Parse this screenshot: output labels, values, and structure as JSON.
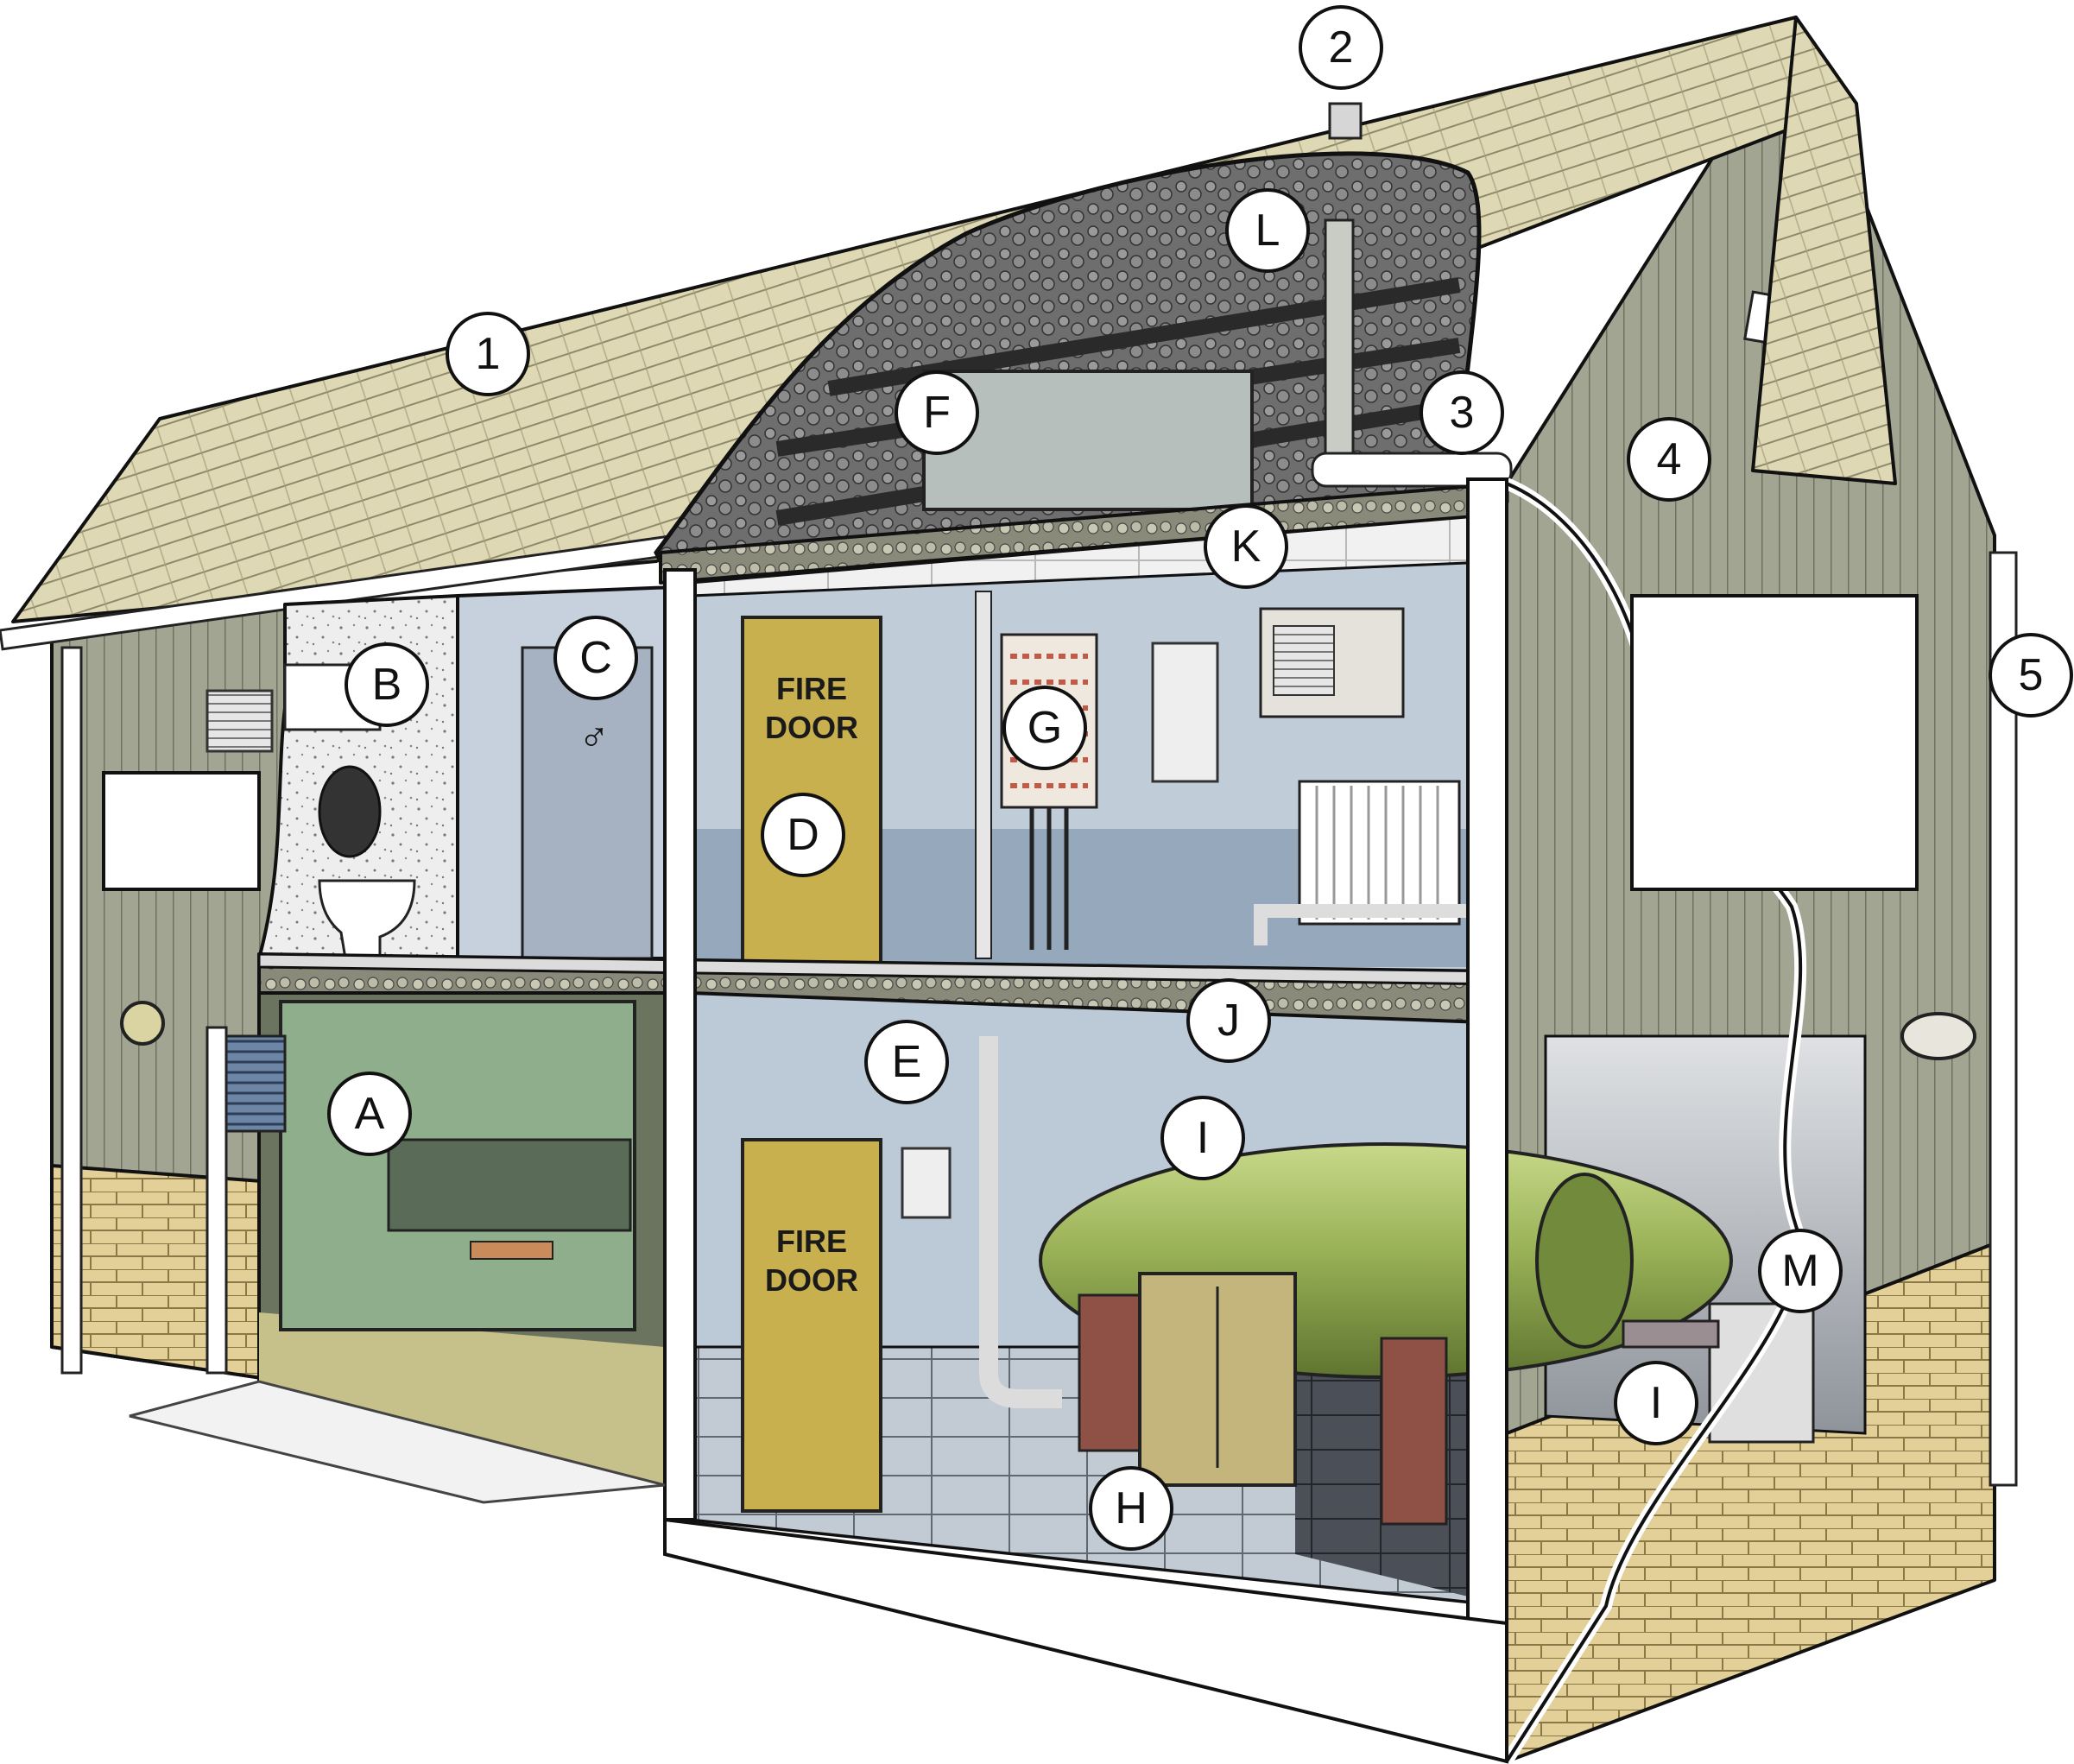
{
  "callouts": {
    "n1": "1",
    "n2": "2",
    "n3": "3",
    "n4": "4",
    "n5": "5",
    "A": "A",
    "B": "B",
    "C": "C",
    "D": "D",
    "E": "E",
    "F": "F",
    "G": "G",
    "H": "H",
    "I_tank": "I",
    "I_pipe": "I",
    "J": "J",
    "K": "K",
    "L": "L",
    "M": "M"
  },
  "signs": {
    "fire_door_upper": {
      "line1": "FIRE",
      "line2": "DOOR"
    },
    "fire_door_lower": {
      "line1": "FIRE",
      "line2": "DOOR"
    }
  },
  "colors": {
    "roof": "#ded8b4",
    "cladding": "#a3a593",
    "brick": "#e3cf98",
    "fire_door": "#c9b04f",
    "wall_blue": "#a9b8c8",
    "machine_green": "#8fae8c",
    "tank_green": "#9ab257",
    "insulation": "#555555"
  }
}
